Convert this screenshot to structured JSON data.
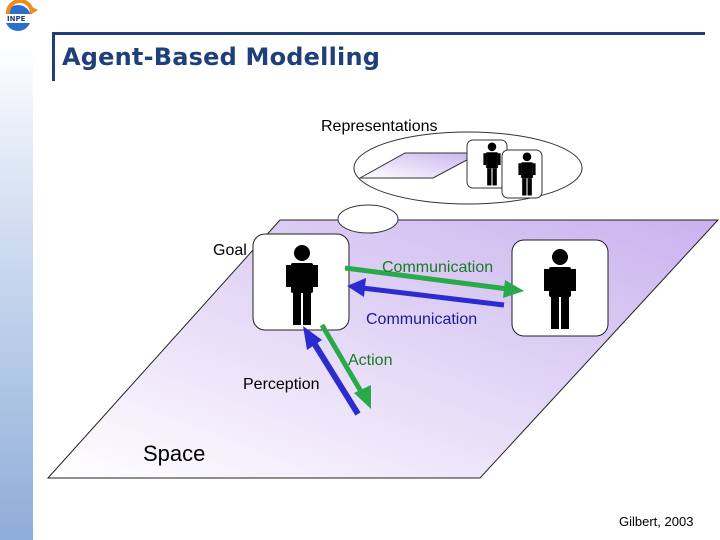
{
  "slide": {
    "title": "Agent-Based Modelling",
    "credit": "Gilbert, 2003"
  },
  "diagram": {
    "labels": {
      "representations": "Representations",
      "goal": "Goal",
      "communication_top": "Communication",
      "communication_bottom": "Communication",
      "action": "Action",
      "perception": "Perception",
      "space": "Space"
    },
    "colors": {
      "title": "#1f3f7a",
      "plane_light": "#ffffff",
      "plane_dark": "#c9b2ee",
      "communication_green": "#2aa94a",
      "communication_blue": "#2b2bd0",
      "agent_figure": "#000000"
    }
  }
}
